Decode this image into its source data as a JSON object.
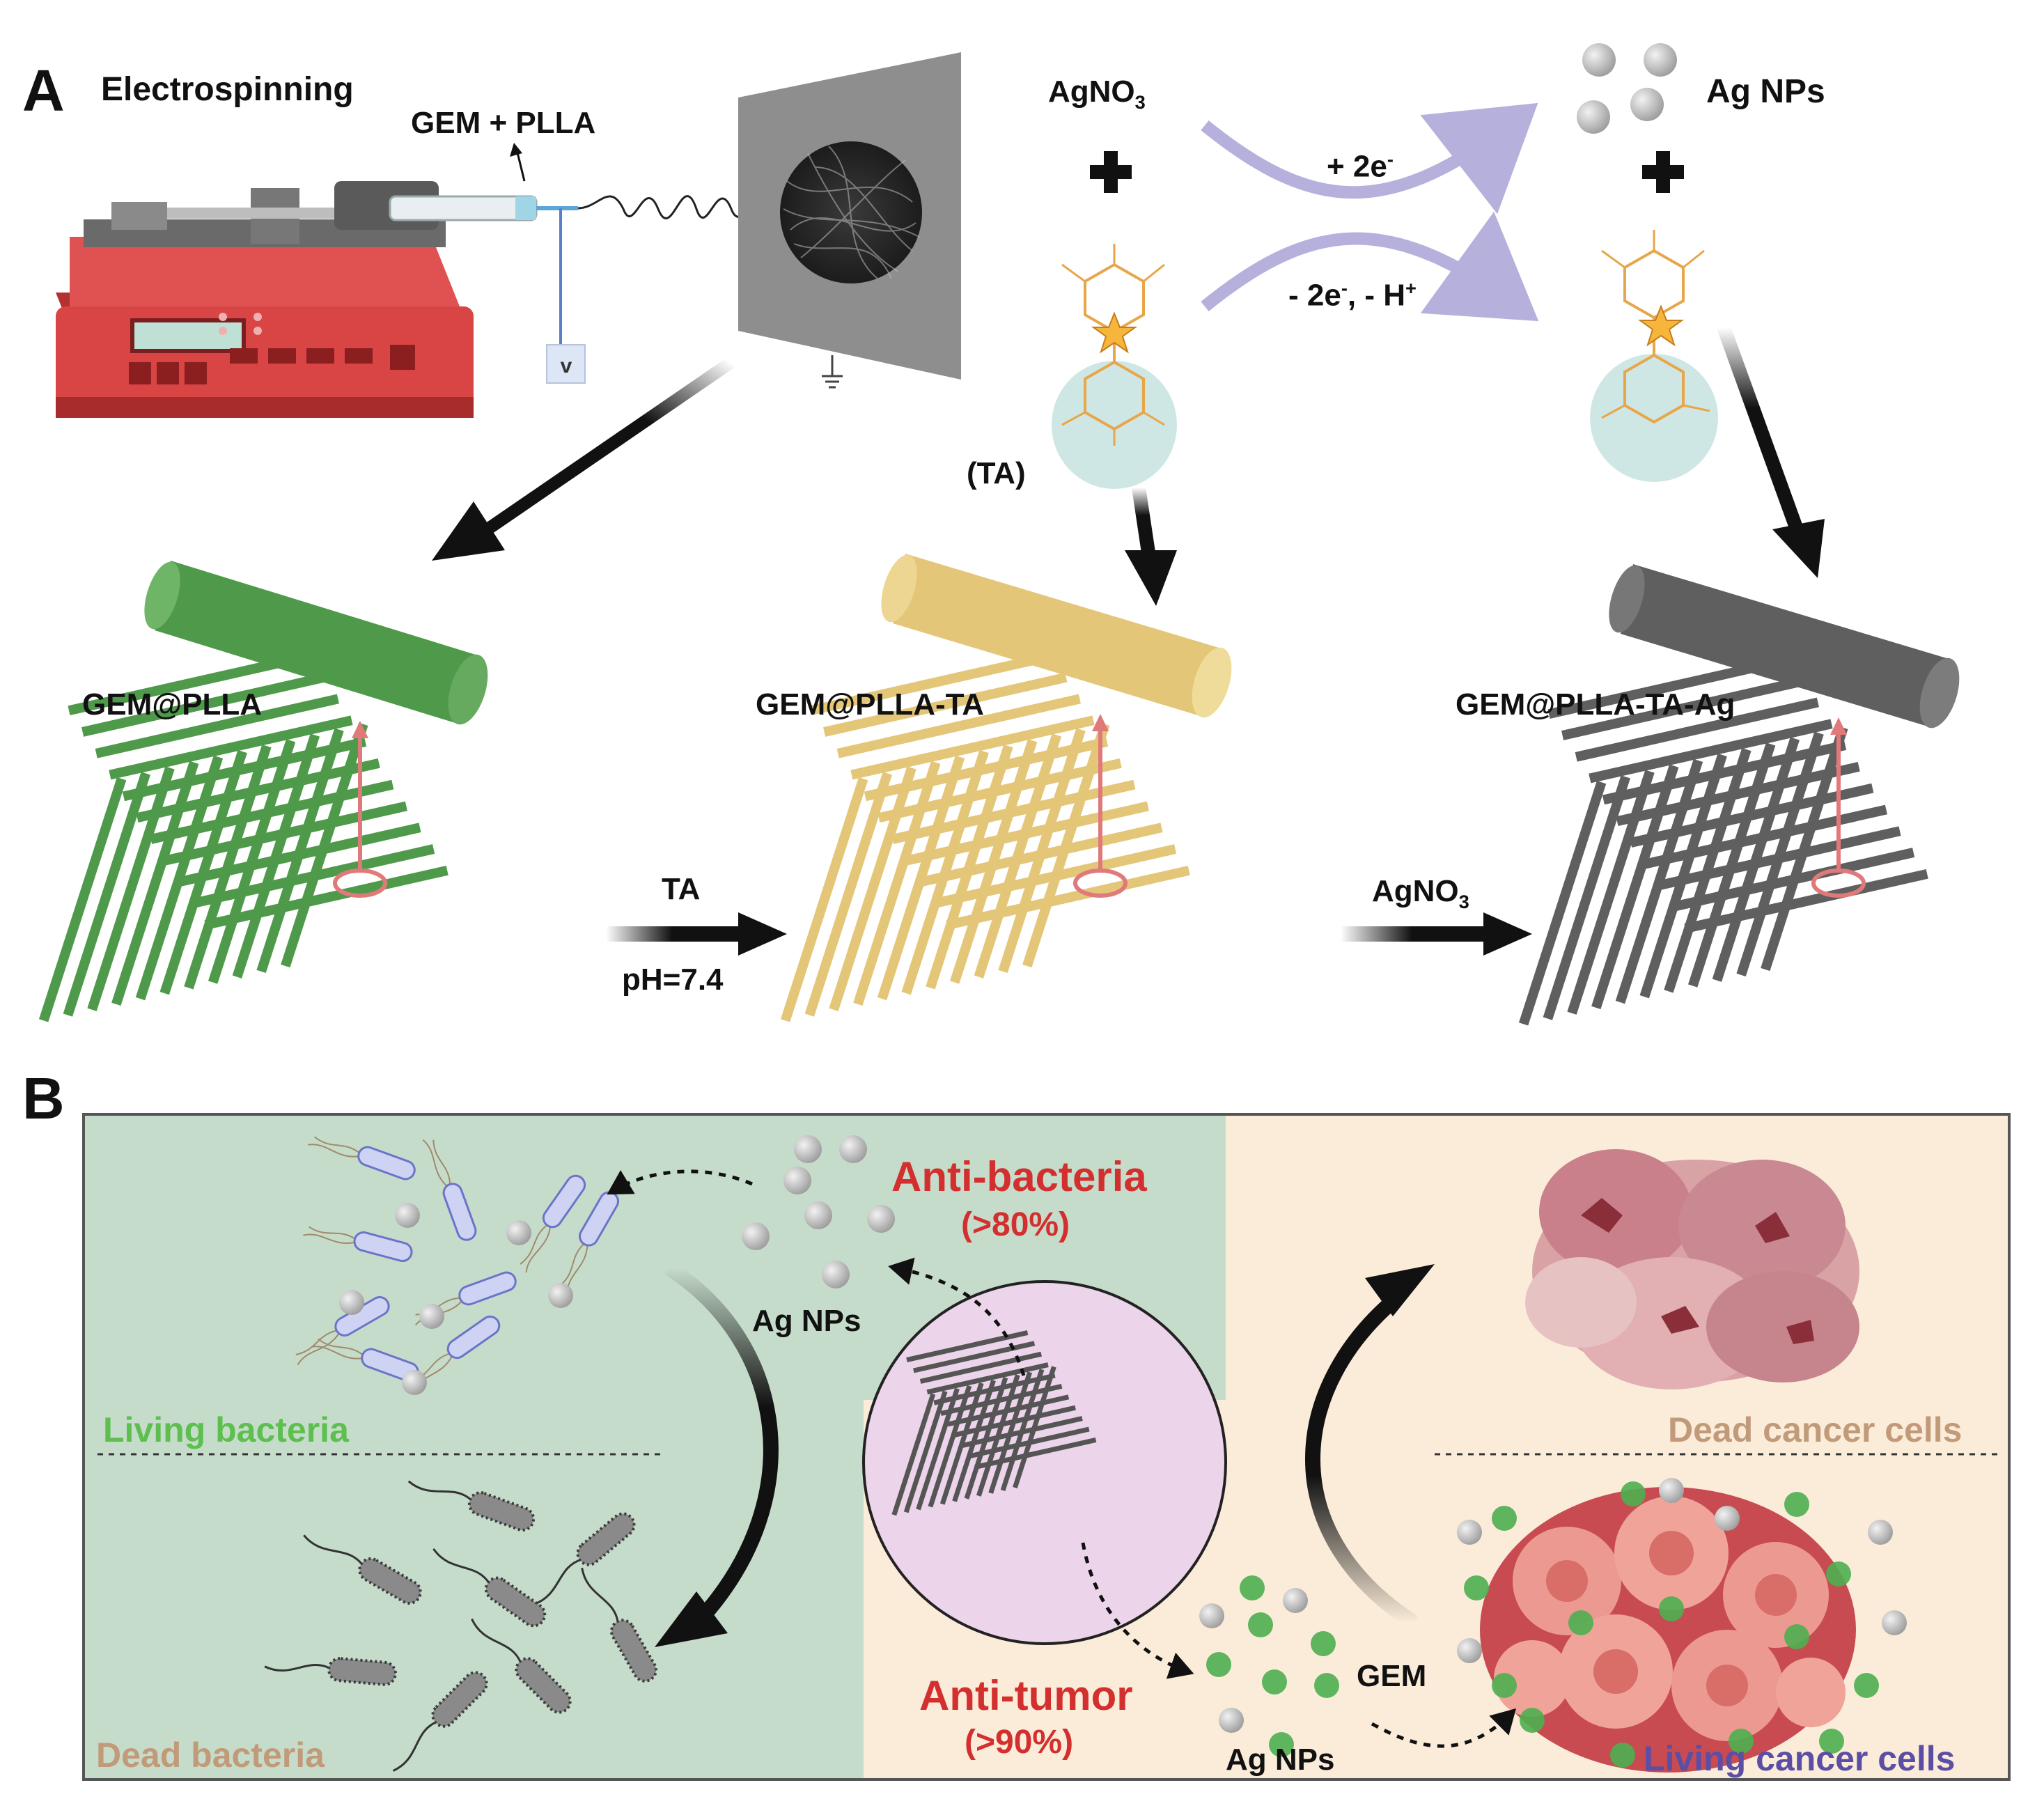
{
  "panel_a": {
    "letter": "A",
    "electrospinning": "Electrospinning",
    "gem_plla_input": "GEM + PLLA",
    "voltage_symbol": "v",
    "agno3": "AgNO",
    "agno3_sub": "3",
    "ag_nps": "Ag NPs",
    "ta_label": "(TA)",
    "reduction_top": "+ 2e",
    "reduction_top_sup": "-",
    "oxidation_bottom": "- 2e",
    "oxidation_bottom_sup1": "-",
    "oxidation_bottom_mid": ", - H",
    "oxidation_bottom_sup2": "+",
    "fiber_1": "GEM@PLLA",
    "fiber_2": "GEM@PLLA-TA",
    "fiber_3": "GEM@PLLA-TA-Ag",
    "step_1_top": "TA",
    "step_1_bottom": "pH=7.4",
    "step_2_top": "AgNO",
    "step_2_sub": "3",
    "colors": {
      "green_fiber": "#4f9a4a",
      "tan_fiber": "#e3c678",
      "gray_fiber": "#5f5f5f",
      "pump_red": "#d94545"
    }
  },
  "panel_b": {
    "letter": "B",
    "anti_bacteria": "Anti-bacteria",
    "anti_bacteria_pct": "(>80%)",
    "anti_tumor": "Anti-tumor",
    "anti_tumor_pct": "(>90%)",
    "ag_nps_top": "Ag NPs",
    "ag_nps_bottom": "Ag NPs",
    "gem": "GEM",
    "living_bacteria": "Living bacteria",
    "dead_bacteria": "Dead bacteria",
    "dead_cancer_cells": "Dead cancer cells",
    "living_cancer_cells": "Living cancer cells",
    "colors": {
      "left_bg": "#c6dccb",
      "right_bg": "#fbecd9",
      "circle_bg": "#ecd4ea",
      "red": "#d32f2f",
      "green_text": "#5cbf4e",
      "tan_text": "#c19a7a",
      "purple_text": "#5b4ea5"
    }
  }
}
